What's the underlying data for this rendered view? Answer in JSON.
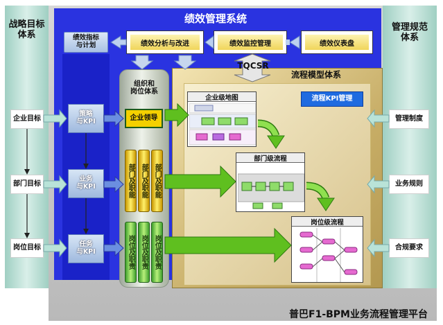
{
  "strategy": {
    "title": "战略目标\n体系",
    "items": [
      "企业目标",
      "部门目标",
      "岗位目标"
    ]
  },
  "management": {
    "title": "管理规范\n体系",
    "items": [
      "管理制度",
      "业务规则",
      "合规要求"
    ]
  },
  "performance": {
    "title": "绩效管理系统",
    "kpi_plan": "绩效指标\n与计划",
    "modules": [
      "绩效分析与改进",
      "绩效监控管理",
      "绩效仪表盘"
    ],
    "kpis": [
      "策略\n与KPI",
      "业务\n与KPI",
      "任务\n与KPI"
    ]
  },
  "tqcsr": "TQCSR",
  "org": {
    "title": "组织和\n岗位体系",
    "leader": "企业领导",
    "dept": "部门及职能",
    "post": "岗位及职责"
  },
  "process": {
    "title": "流程模型体系",
    "kpi_mgmt": "流程KPI管理",
    "levels": [
      "企业级地图",
      "部门级流程",
      "岗位级流程"
    ]
  },
  "platform": "普巴F1-BPM业务流程管理平台",
  "colors": {
    "blue": "#2a33e0",
    "teal": "#9fcfc2",
    "gold": "#c7ad66",
    "green_arrow": "#5fbf1f",
    "yellow": "#f4d000"
  }
}
